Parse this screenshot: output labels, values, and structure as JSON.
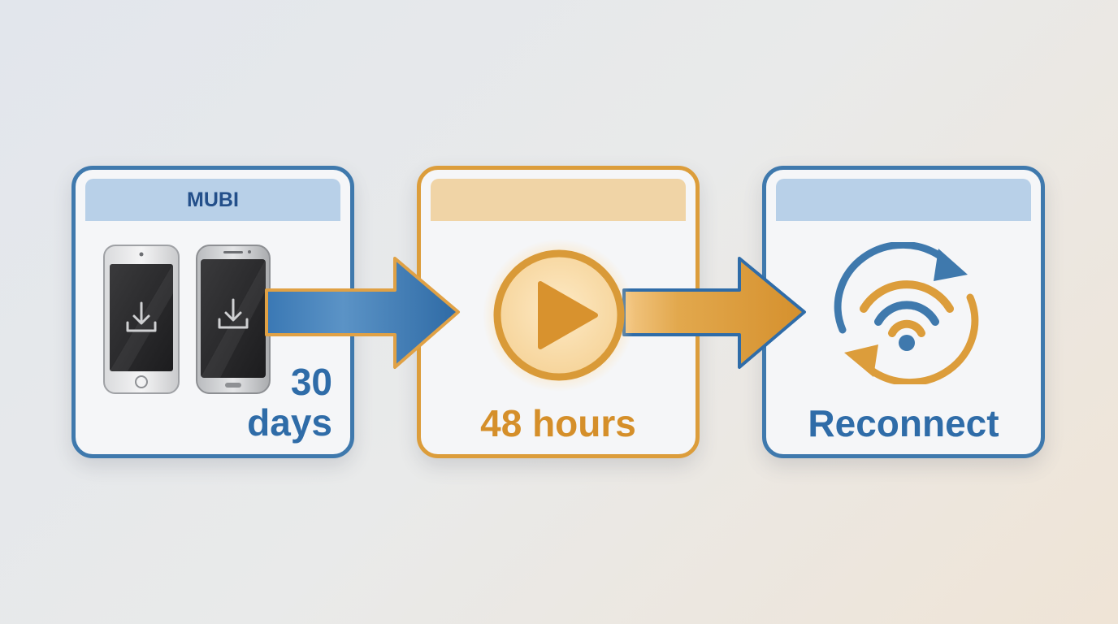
{
  "steps": [
    {
      "header": "MUBI",
      "value": "30",
      "unit": "days",
      "icon": "download-phone-icon"
    },
    {
      "header": "",
      "label": "48 hours",
      "icon": "play-icon"
    },
    {
      "header": "",
      "label": "Reconnect",
      "icon": "wifi-sync-icon"
    }
  ],
  "colors": {
    "blue": "#3f79ad",
    "orange": "#dc9d3b",
    "text_blue": "#2f6ca8",
    "text_orange": "#d58f2a"
  }
}
